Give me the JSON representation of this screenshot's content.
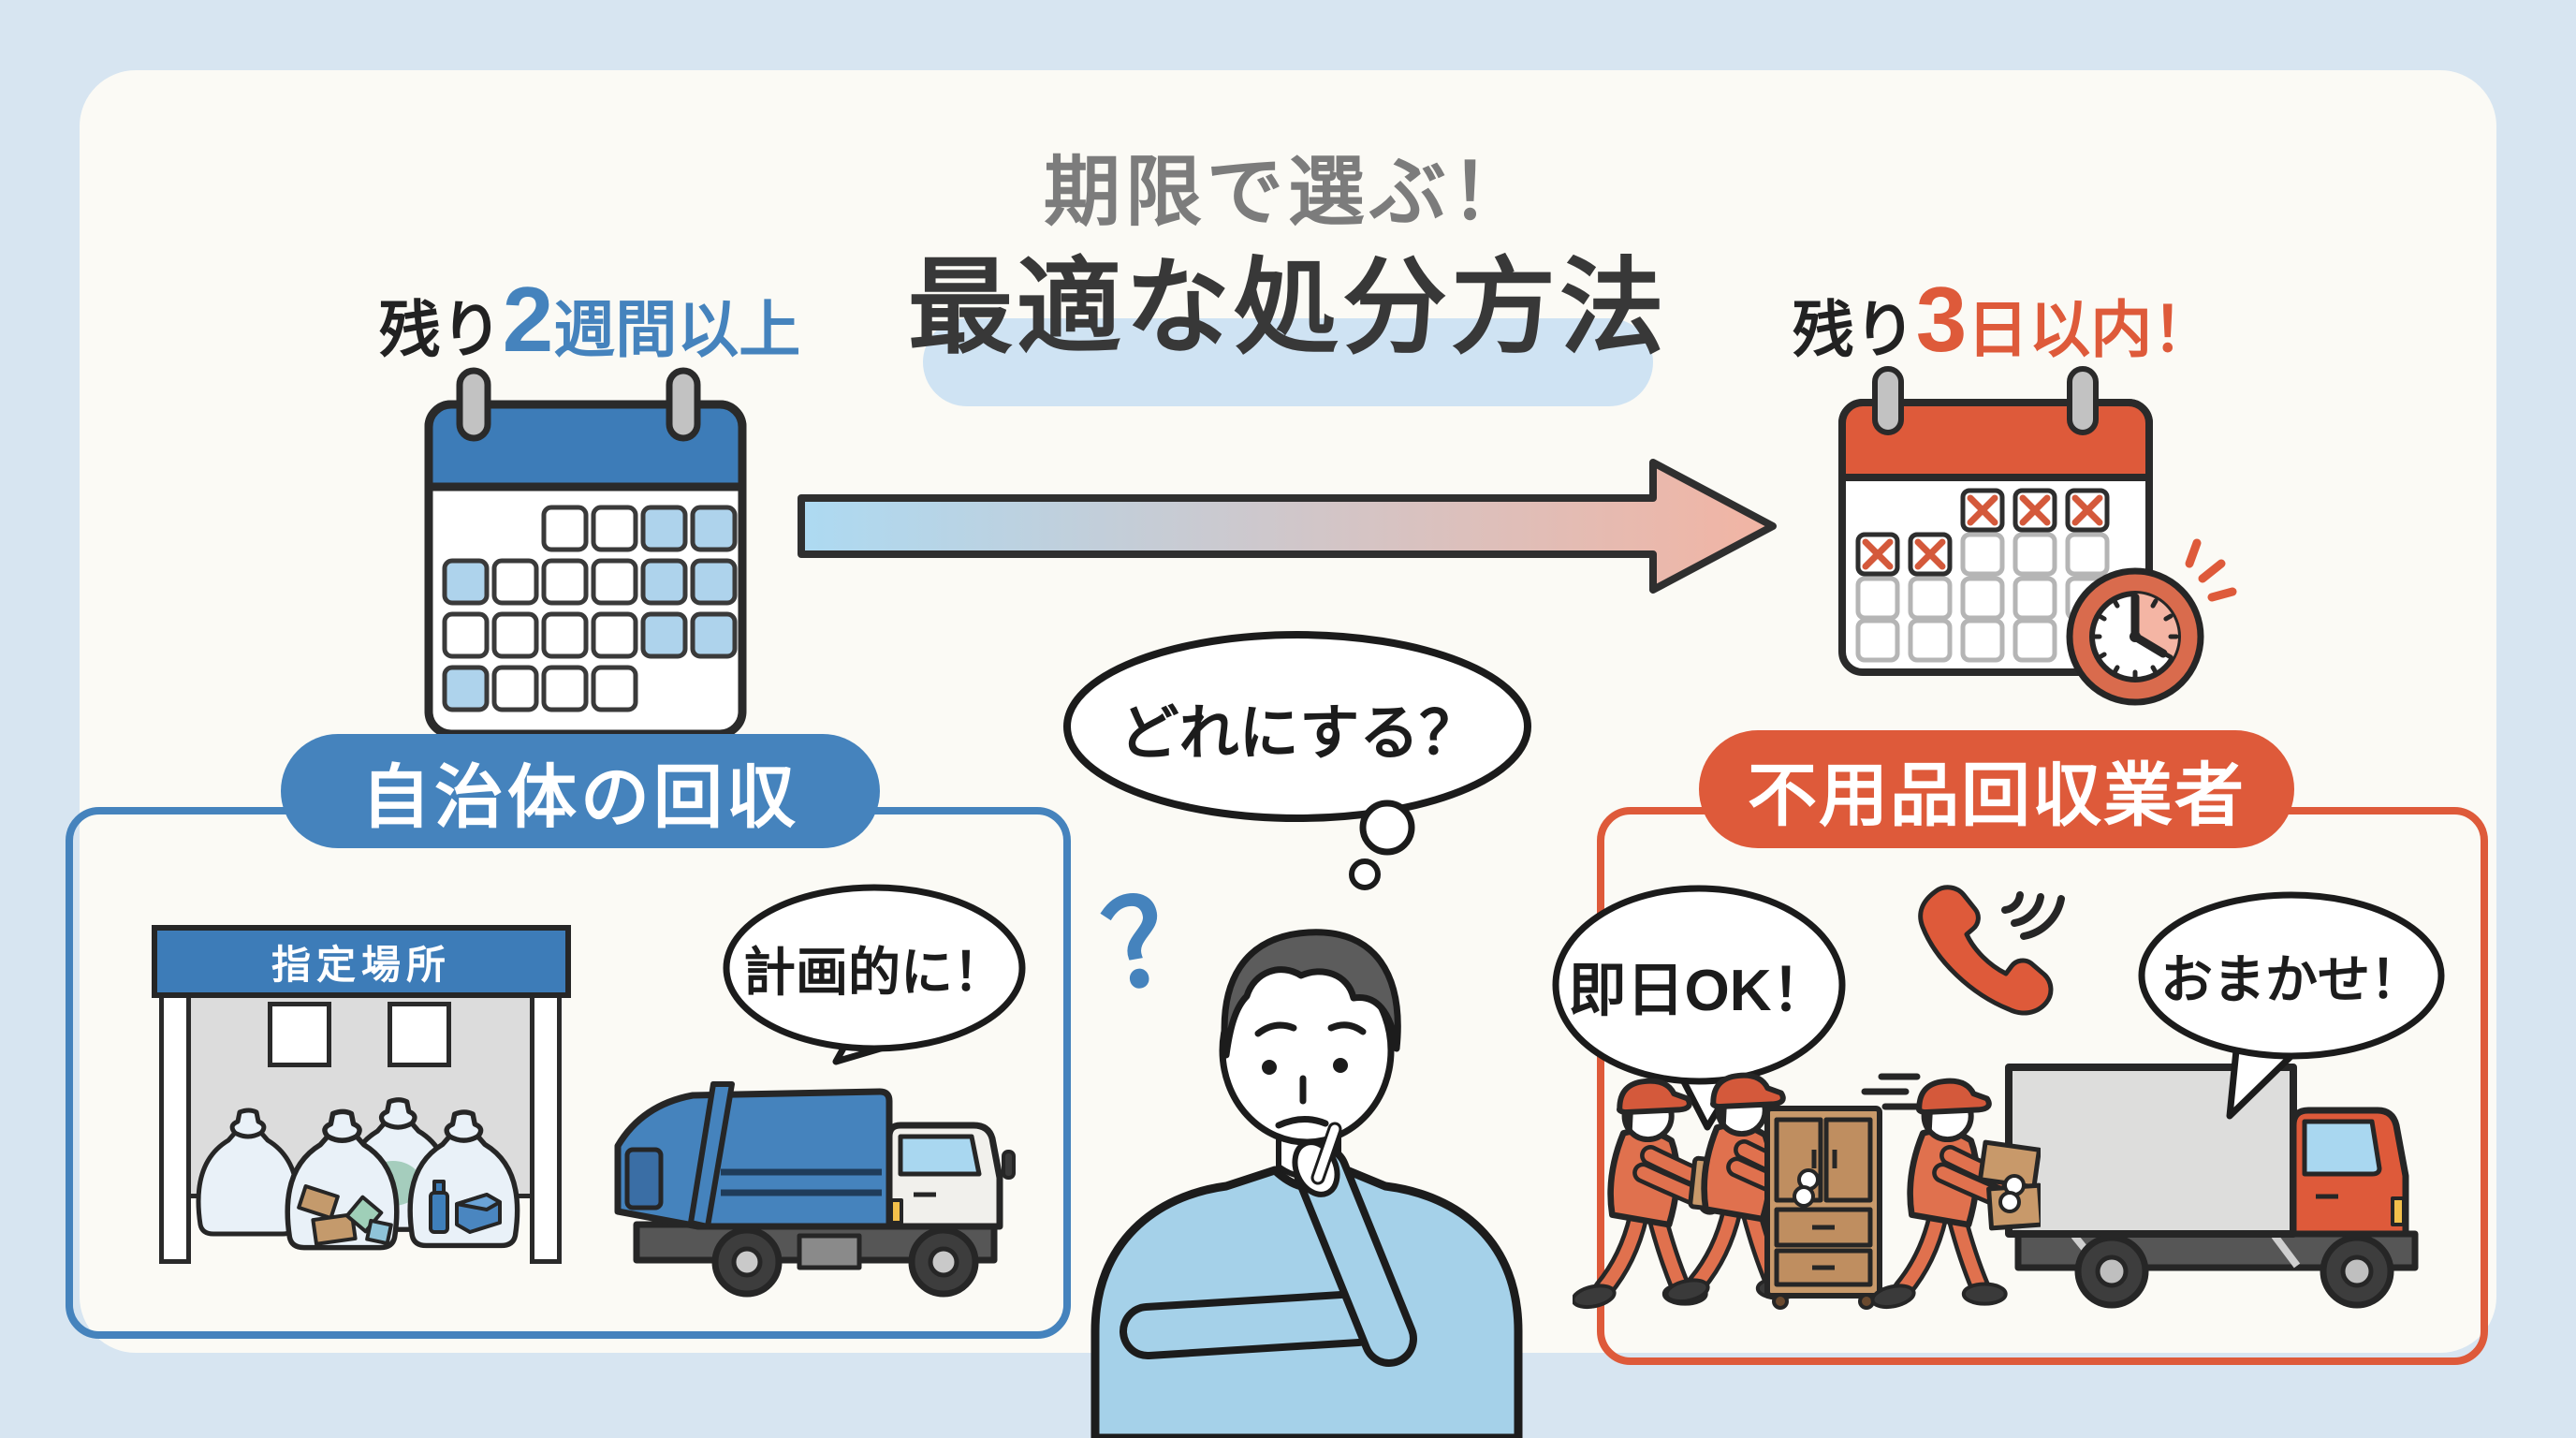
{
  "header": {
    "title_top": "期限で選ぶ！",
    "title_main": "最適な処分方法"
  },
  "timeline": {
    "left_label": {
      "prefix": "残り",
      "number": "2",
      "suffix": "週間以上"
    },
    "right_label": {
      "prefix": "残り",
      "number": "3",
      "suffix": "日以内！"
    }
  },
  "center": {
    "thought": "どれにする？",
    "question_mark": "？"
  },
  "left_panel": {
    "title": "自治体の回収",
    "sign": "指定場所",
    "bubble": "計画的に！"
  },
  "right_panel": {
    "title": "不用品回収業者",
    "bubble_left": "即日OK！",
    "bubble_right": "おまかせ！"
  },
  "colors": {
    "page_bg": "#d7e5f1",
    "card_bg": "#fbfaf5",
    "blue": "#4583bd",
    "calendar_blue_header": "#3d7cb8",
    "light_blue_cell": "#aed3ec",
    "orange": "#de5a3a",
    "title_highlight": "#cfe3f3",
    "title_gray": "#7c7c7c",
    "ink": "#262626",
    "arrow_start": "#addaf2",
    "arrow_end": "#f2b4a3"
  }
}
